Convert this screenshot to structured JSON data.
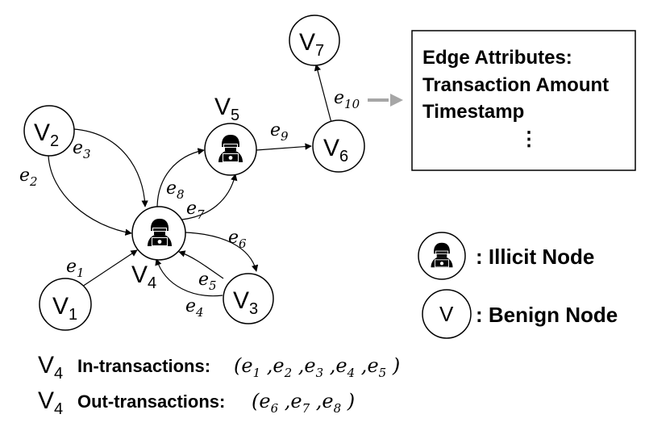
{
  "graph": {
    "nodes": [
      {
        "id": "v1",
        "label": "V",
        "sub": "1",
        "type": "benign"
      },
      {
        "id": "v2",
        "label": "V",
        "sub": "2",
        "type": "benign"
      },
      {
        "id": "v3",
        "label": "V",
        "sub": "3",
        "type": "benign"
      },
      {
        "id": "v4",
        "label": "V",
        "sub": "4",
        "type": "illicit"
      },
      {
        "id": "v5",
        "label": "V",
        "sub": "5",
        "type": "illicit"
      },
      {
        "id": "v6",
        "label": "V",
        "sub": "6",
        "type": "benign"
      },
      {
        "id": "v7",
        "label": "V",
        "sub": "7",
        "type": "benign"
      }
    ],
    "edges": [
      {
        "id": "e1",
        "label": "e",
        "sub": "1",
        "from": "v1",
        "to": "v4"
      },
      {
        "id": "e2",
        "label": "e",
        "sub": "2",
        "from": "v2",
        "to": "v4"
      },
      {
        "id": "e3",
        "label": "e",
        "sub": "3",
        "from": "v2",
        "to": "v4"
      },
      {
        "id": "e4",
        "label": "e",
        "sub": "4",
        "from": "v3",
        "to": "v4"
      },
      {
        "id": "e5",
        "label": "e",
        "sub": "5",
        "from": "v3",
        "to": "v4"
      },
      {
        "id": "e6",
        "label": "e",
        "sub": "6",
        "from": "v4",
        "to": "v3"
      },
      {
        "id": "e7",
        "label": "e",
        "sub": "7",
        "from": "v4",
        "to": "v5"
      },
      {
        "id": "e8",
        "label": "e",
        "sub": "8",
        "from": "v4",
        "to": "v5"
      },
      {
        "id": "e9",
        "label": "e",
        "sub": "9",
        "from": "v5",
        "to": "v6"
      },
      {
        "id": "e10",
        "label": "e",
        "sub": "10",
        "from": "v6",
        "to": "v7"
      }
    ]
  },
  "attributes_box": {
    "title": "Edge Attributes:",
    "items": [
      "Transaction Amount",
      "Timestamp"
    ],
    "more": "⋮"
  },
  "legend": {
    "illicit": ": Illicit Node",
    "benign_symbol": "V",
    "benign": ": Benign Node"
  },
  "transactions": {
    "node_label": "V",
    "node_sub": "4",
    "in_label": "In-transactions",
    "in_colon": ":",
    "in_list": [
      "1",
      "2",
      "3",
      "4",
      "5"
    ],
    "out_label": "Out-transactions:",
    "out_list": [
      "6",
      "7",
      "8"
    ]
  },
  "colors": {
    "stroke": "#000000",
    "pointer_arrow": "#a6a6a6"
  }
}
